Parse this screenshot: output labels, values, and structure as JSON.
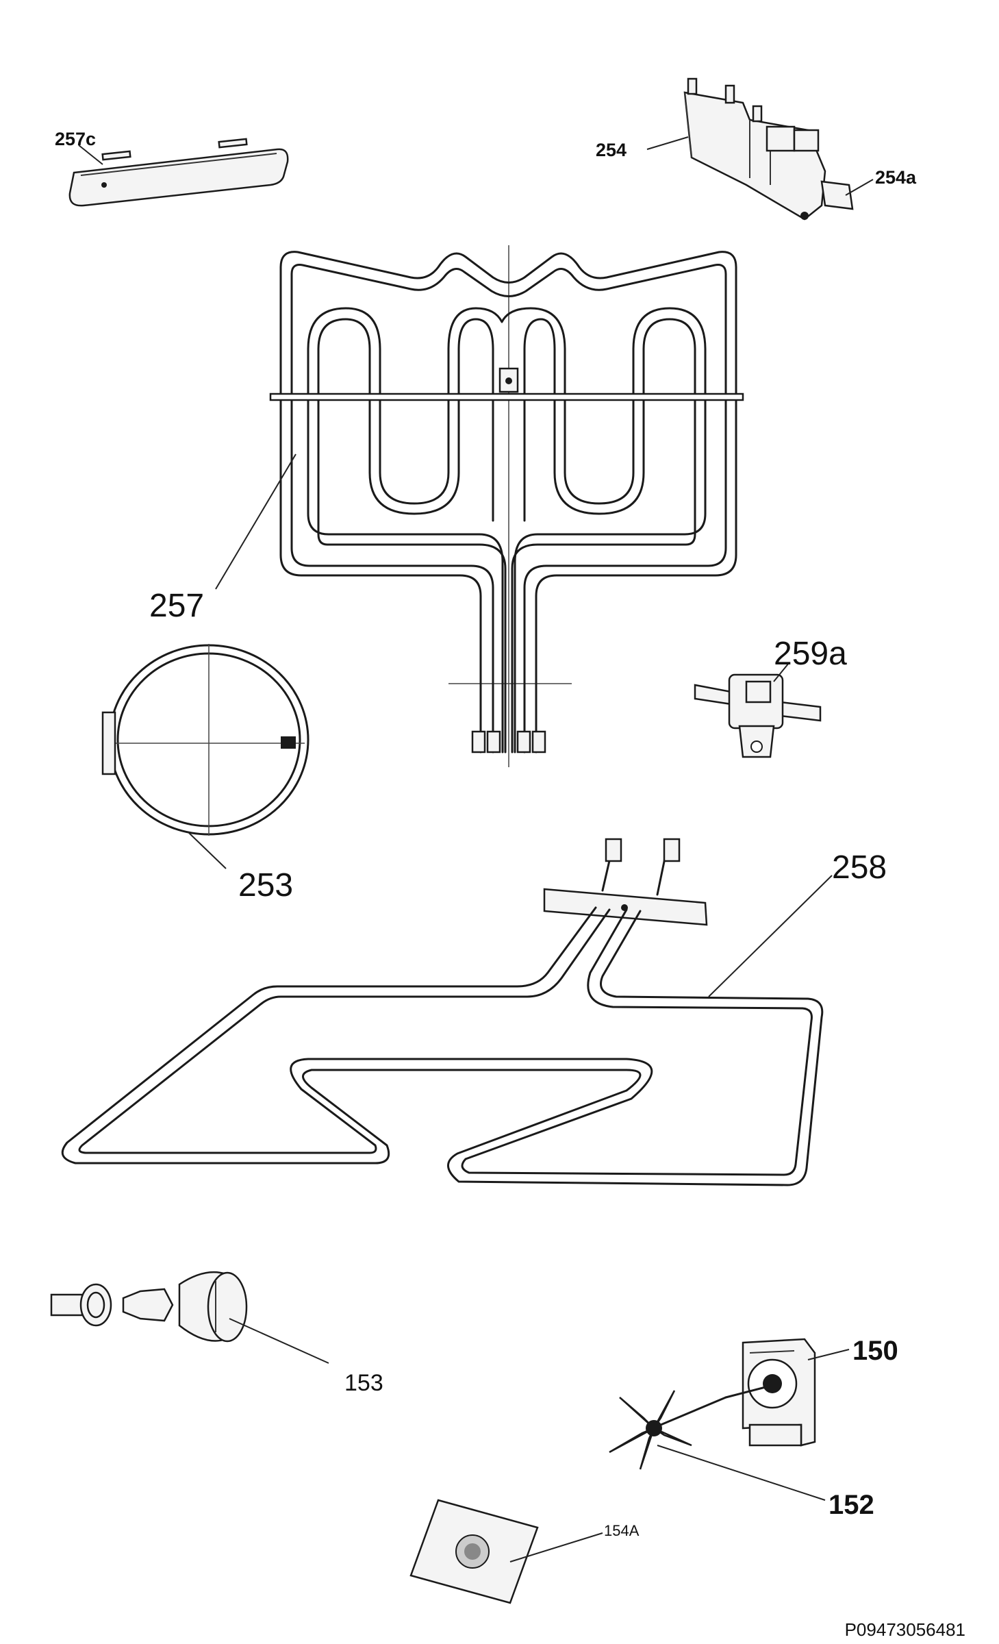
{
  "diagram": {
    "reference_code": "P09473056481",
    "labels": {
      "p257c": "257c",
      "p254": "254",
      "p254a": "254a",
      "p257": "257",
      "p259a": "259a",
      "p253": "253",
      "p258": "258",
      "p153": "153",
      "p150": "150",
      "p152": "152",
      "p154a": "154A"
    }
  }
}
